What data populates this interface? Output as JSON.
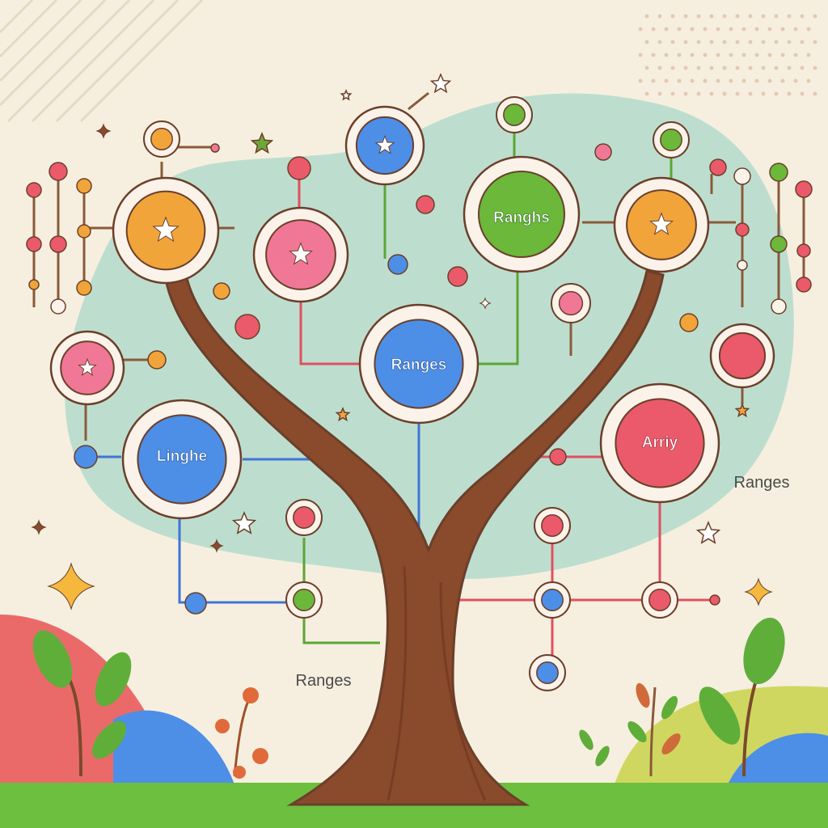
{
  "labels": {
    "top_green": "Ranghs",
    "center_blue": "Ranges",
    "left_blue": "Linghe",
    "right_red": "Arriy",
    "side_text": "Ranges",
    "bottom_text": "Ranges"
  },
  "colors": {
    "background": "#f6efdf",
    "blob": "#a9d8c8",
    "trunk": "#8a4a2c",
    "grass": "#6cbf3f",
    "orange": "#f0a43a",
    "pink": "#f07896",
    "blue": "#4d8ee6",
    "green": "#6bb83a",
    "red": "#ea5a6a",
    "ring": "#fbf3ea",
    "outline": "#6b3f2a",
    "line_red": "#e0505e",
    "line_blue": "#3f74d8",
    "line_green": "#5aa635",
    "line_brown": "#8a5a3a"
  },
  "icons": [
    "star-icon",
    "sparkle-icon",
    "sprout-icon"
  ]
}
